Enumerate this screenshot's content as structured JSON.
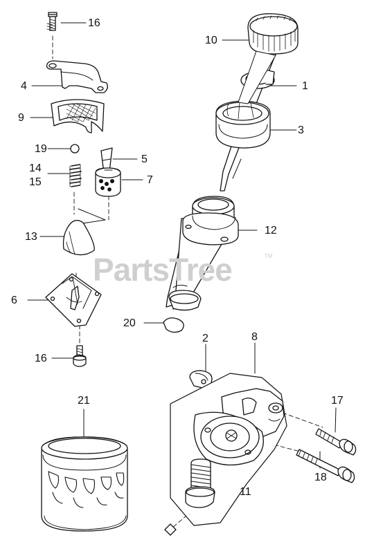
{
  "watermark": {
    "text": "PartsTree",
    "tm": "TM"
  },
  "callouts": [
    {
      "id": "16",
      "part": "bolt-top"
    },
    {
      "id": "4",
      "part": "bracket"
    },
    {
      "id": "9",
      "part": "screen"
    },
    {
      "id": "19",
      "part": "ball"
    },
    {
      "id": "14",
      "part": "spring"
    },
    {
      "id": "15",
      "part": "spring"
    },
    {
      "id": "13",
      "part": "cone"
    },
    {
      "id": "6",
      "part": "plate"
    },
    {
      "id": "16",
      "part": "bolt-bottom"
    },
    {
      "id": "21",
      "part": "oil-filter"
    },
    {
      "id": "5",
      "part": "valve"
    },
    {
      "id": "7",
      "part": "valve-body"
    },
    {
      "id": "10",
      "part": "dipstick-cap"
    },
    {
      "id": "1",
      "part": "o-ring"
    },
    {
      "id": "3",
      "part": "seal"
    },
    {
      "id": "12",
      "part": "filler-tube"
    },
    {
      "id": "20",
      "part": "o-ring-small"
    },
    {
      "id": "2",
      "part": "clamp"
    },
    {
      "id": "8",
      "part": "housing"
    },
    {
      "id": "17",
      "part": "bolt-long"
    },
    {
      "id": "18",
      "part": "bolt-long-2"
    },
    {
      "id": "11",
      "part": "nipple"
    }
  ]
}
